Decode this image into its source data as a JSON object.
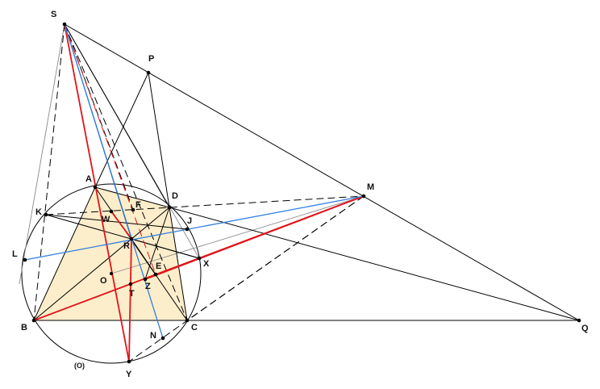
{
  "diagram": {
    "circle_label": "(O)",
    "point_labels": {
      "S": "S",
      "P": "P",
      "A": "A",
      "D": "D",
      "M": "M",
      "K": "K",
      "F": "F",
      "W": "W",
      "J": "J",
      "L": "L",
      "R": "R",
      "X": "X",
      "E": "E",
      "O": "O",
      "Z": "Z",
      "T": "T",
      "B": "B",
      "C": "C",
      "N": "N",
      "Q": "Q",
      "Y": "Y"
    },
    "colors": {
      "quad_fill": "#fdeecb",
      "black": "#000000",
      "gray": "#8a8a8a",
      "red": "#e0141b",
      "blue": "#2f7fe0"
    }
  }
}
